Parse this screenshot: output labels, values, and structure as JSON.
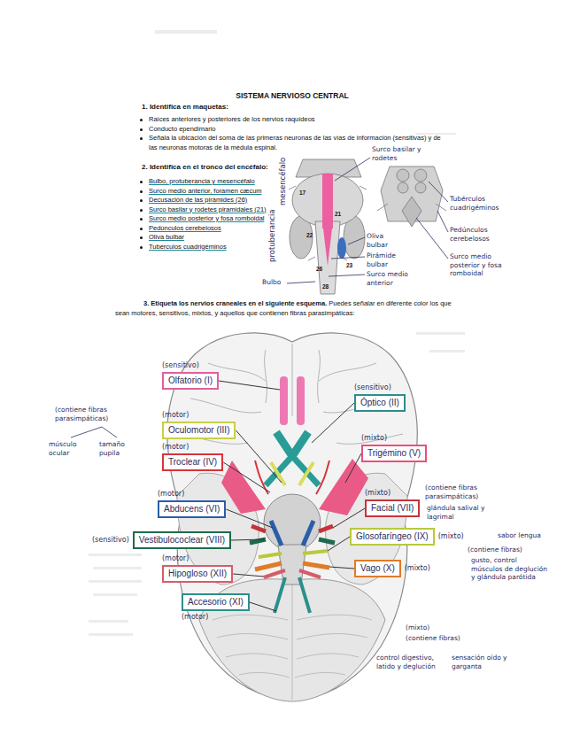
{
  "diagram": {
    "title": "SISTEMA NERVIOSO CENTRAL",
    "nodes": [
      {
        "text": [
          "(sensitivo)",
          "Olfatorio (I)"
        ]
      },
      {
        "text": [
          "(sensitivo)",
          "Óptico (II)"
        ]
      },
      {
        "text": [
          "(motor)",
          "Oculomotor (III)"
        ]
      },
      {
        "text": [
          "(motor)",
          "Troclear (IV)"
        ]
      },
      {
        "text": [
          "(mixto)",
          "Trigémino (V)"
        ]
      },
      {
        "text": [
          "(motor)",
          "Abducens (VI)"
        ]
      },
      {
        "text": [
          "(mixto)",
          "Facial (VII)"
        ]
      },
      {
        "text": [
          "(sensitivo)",
          "Vestibulococlear (VIII)"
        ]
      },
      {
        "text": [
          "Glosofaríngeo (IX)",
          "(mixto)"
        ]
      },
      {
        "text": [
          "(motor)",
          "Hipogloso (XII)"
        ]
      },
      {
        "text": [
          "Vago (X)",
          "(mixto)"
        ]
      },
      {
        "text": [
          "Accesorio (XI)",
          "(motor)"
        ]
      }
    ],
    "labels": [
      "1. Identifica en maquetas:",
      "Raíces anteriores y posteriores de los nervios raquídeos",
      "Conducto ependimario",
      "Señala la ubicación del soma de las primeras neuronas de las vías de información (sensitivas) y de las neuronas motoras de la médula espinal.",
      "2. Identifica en el tronco del encéfalo:",
      "Bulbo, protuberancia y mesencéfalo",
      "Surco medio anterior, foramen cæcum",
      "Decusación de las pirámides (26)",
      "Surco basilar y rodetes piramidales (21)",
      "Surco medio posterior y fosa romboidal",
      "Pedúnculos cerebelosos",
      "Oliva bulbar",
      "Tubérculos cuadrigéminos",
      "mesencéfalo",
      "protuberancia",
      "Surco basilar y rodetes",
      "Tubérculos cuadrigéminos",
      "Pedúnculos cerebelosos",
      "Surco medio posterior y fosa romboidal",
      "Oliva bulbar",
      "Pirámide bulbar",
      "Surco medio anterior",
      "Bulbo",
      "3. Etiqueta los nervios craneales en el siguiente esquema.",
      "Puedes señalar en diferente color los que sean motores, sensitivos, mixtos, y aquellos que contienen fibras parasimpáticas:",
      "(contiene fibras parasimpáticas)",
      "músculo ocular",
      "tamaño pupila",
      "(contiene fibras parasimpáticas)",
      "glándula salival y lagrimal",
      "sabor lengua",
      "(contiene fibras)",
      "gusto, control músculos de deglución y glándula parótida",
      "(mixto)",
      "(contiene fibras)",
      "control digestivo, latido y deglución",
      "sensación oído y garganta",
      "17",
      "21",
      "22",
      "23",
      "26",
      "28"
    ]
  }
}
